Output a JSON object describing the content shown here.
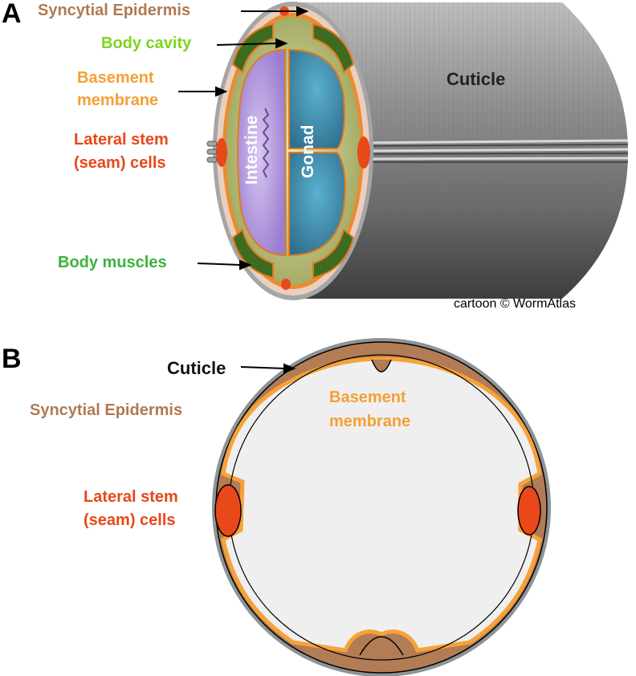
{
  "panels": {
    "a": {
      "letter": "A",
      "labels": {
        "syncytial_epidermis": "Syncytial Epidermis",
        "body_cavity": "Body cavity",
        "basement_membrane_line1": "Basement",
        "basement_membrane_line2": "membrane",
        "lateral_stem_line1": "Lateral stem",
        "lateral_stem_line2": "(seam) cells",
        "body_muscles": "Body muscles",
        "cuticle": "Cuticle",
        "intestine": "Intestine",
        "gonad": "Gonad"
      },
      "credit": "cartoon © WormAtlas"
    },
    "b": {
      "letter": "B",
      "labels": {
        "cuticle": "Cuticle",
        "syncytial_epidermis": "Syncytial Epidermis",
        "basement_membrane_line1": "Basement",
        "basement_membrane_line2": "membrane",
        "lateral_stem_line1": "Lateral stem",
        "lateral_stem_line2": "(seam) cells"
      }
    }
  },
  "colors": {
    "epidermis_label": "#b07a54",
    "body_cavity_label": "#7ed321",
    "basement_label": "#f5a033",
    "seam_label": "#e8481a",
    "muscle_label": "#3bb33b",
    "cuticle_gray": "#8c8c8c",
    "epidermis_brown": "#b27c55",
    "seam_red": "#e8481a",
    "basement_orange": "#f7a238",
    "intestine_purple": "#a98ad6",
    "gonad_teal": "#3f8fae",
    "muscle_green": "#3d6b1f"
  }
}
